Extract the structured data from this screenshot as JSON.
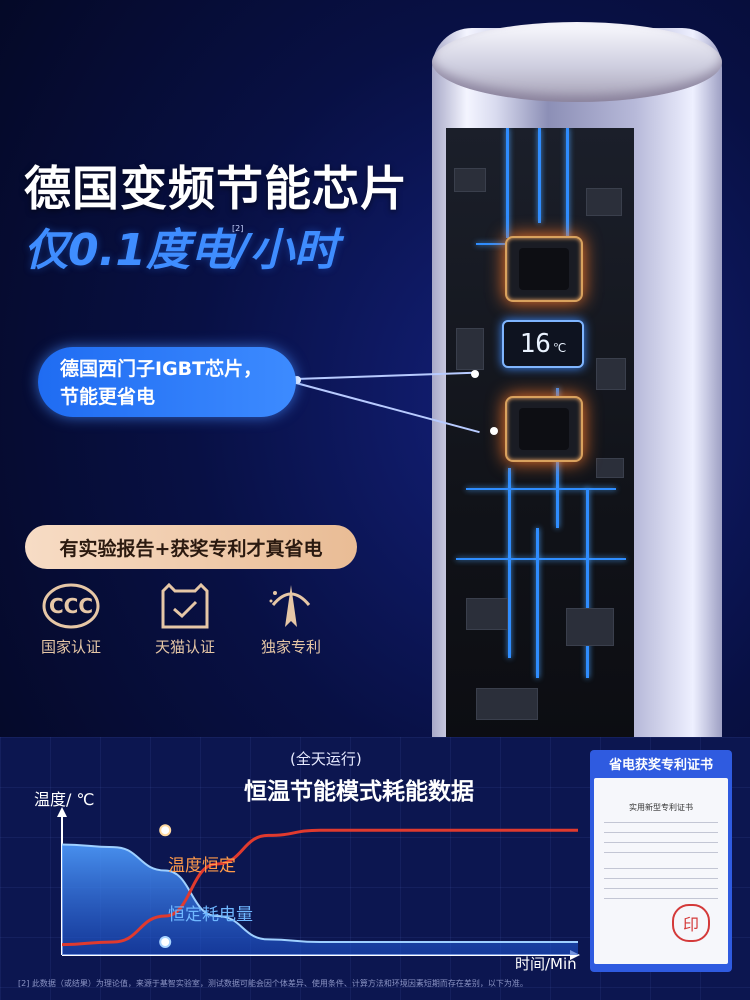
{
  "headline": {
    "title": "德国变频节能芯片",
    "subtitle": "仅0.1度电/小时",
    "footnote_mark": "[2]"
  },
  "product": {
    "display_temp": "16",
    "display_unit": "℃"
  },
  "callout": {
    "line1": "德国西门子IGBT芯片，",
    "line2": "节能更省电"
  },
  "banner": {
    "text": "有实验报告+获奖专利才真省电"
  },
  "badges": [
    {
      "label": "国家认证",
      "icon": "ccc-icon"
    },
    {
      "label": "天猫认证",
      "icon": "tmall-icon"
    },
    {
      "label": "独家专利",
      "icon": "patent-icon"
    }
  ],
  "chart_section": {
    "caption": "(全天运行)",
    "title": "恒温节能模式耗能数据"
  },
  "chart_data": {
    "type": "line",
    "title": "恒温节能模式耗能数据",
    "subtitle": "(全天运行)",
    "ylabel": "温度/ ℃",
    "xlabel": "时间/Min",
    "grid": true,
    "series": [
      {
        "name": "温度恒定",
        "color": "#e03a2e",
        "x": [
          0,
          0.1,
          0.2,
          0.3,
          0.4,
          0.5,
          1
        ],
        "y": [
          0.08,
          0.1,
          0.3,
          0.7,
          0.92,
          0.96,
          0.96
        ]
      },
      {
        "name": "恒定耗电量",
        "color": "#4f9dff",
        "x": [
          0,
          0.1,
          0.2,
          0.3,
          0.4,
          0.5,
          1
        ],
        "y": [
          0.85,
          0.83,
          0.65,
          0.3,
          0.12,
          0.1,
          0.1
        ]
      }
    ]
  },
  "certificate": {
    "title": "省电获奖专利证书",
    "heading": "实用新型专利证书",
    "seal": "印"
  },
  "disclaimer": "[2] 此数据（或结果）为理论值，来源于基智实验室，测试数据可能会因个体差异、使用条件、计算方法和环境因素短期而存在差别，以下为准。"
}
